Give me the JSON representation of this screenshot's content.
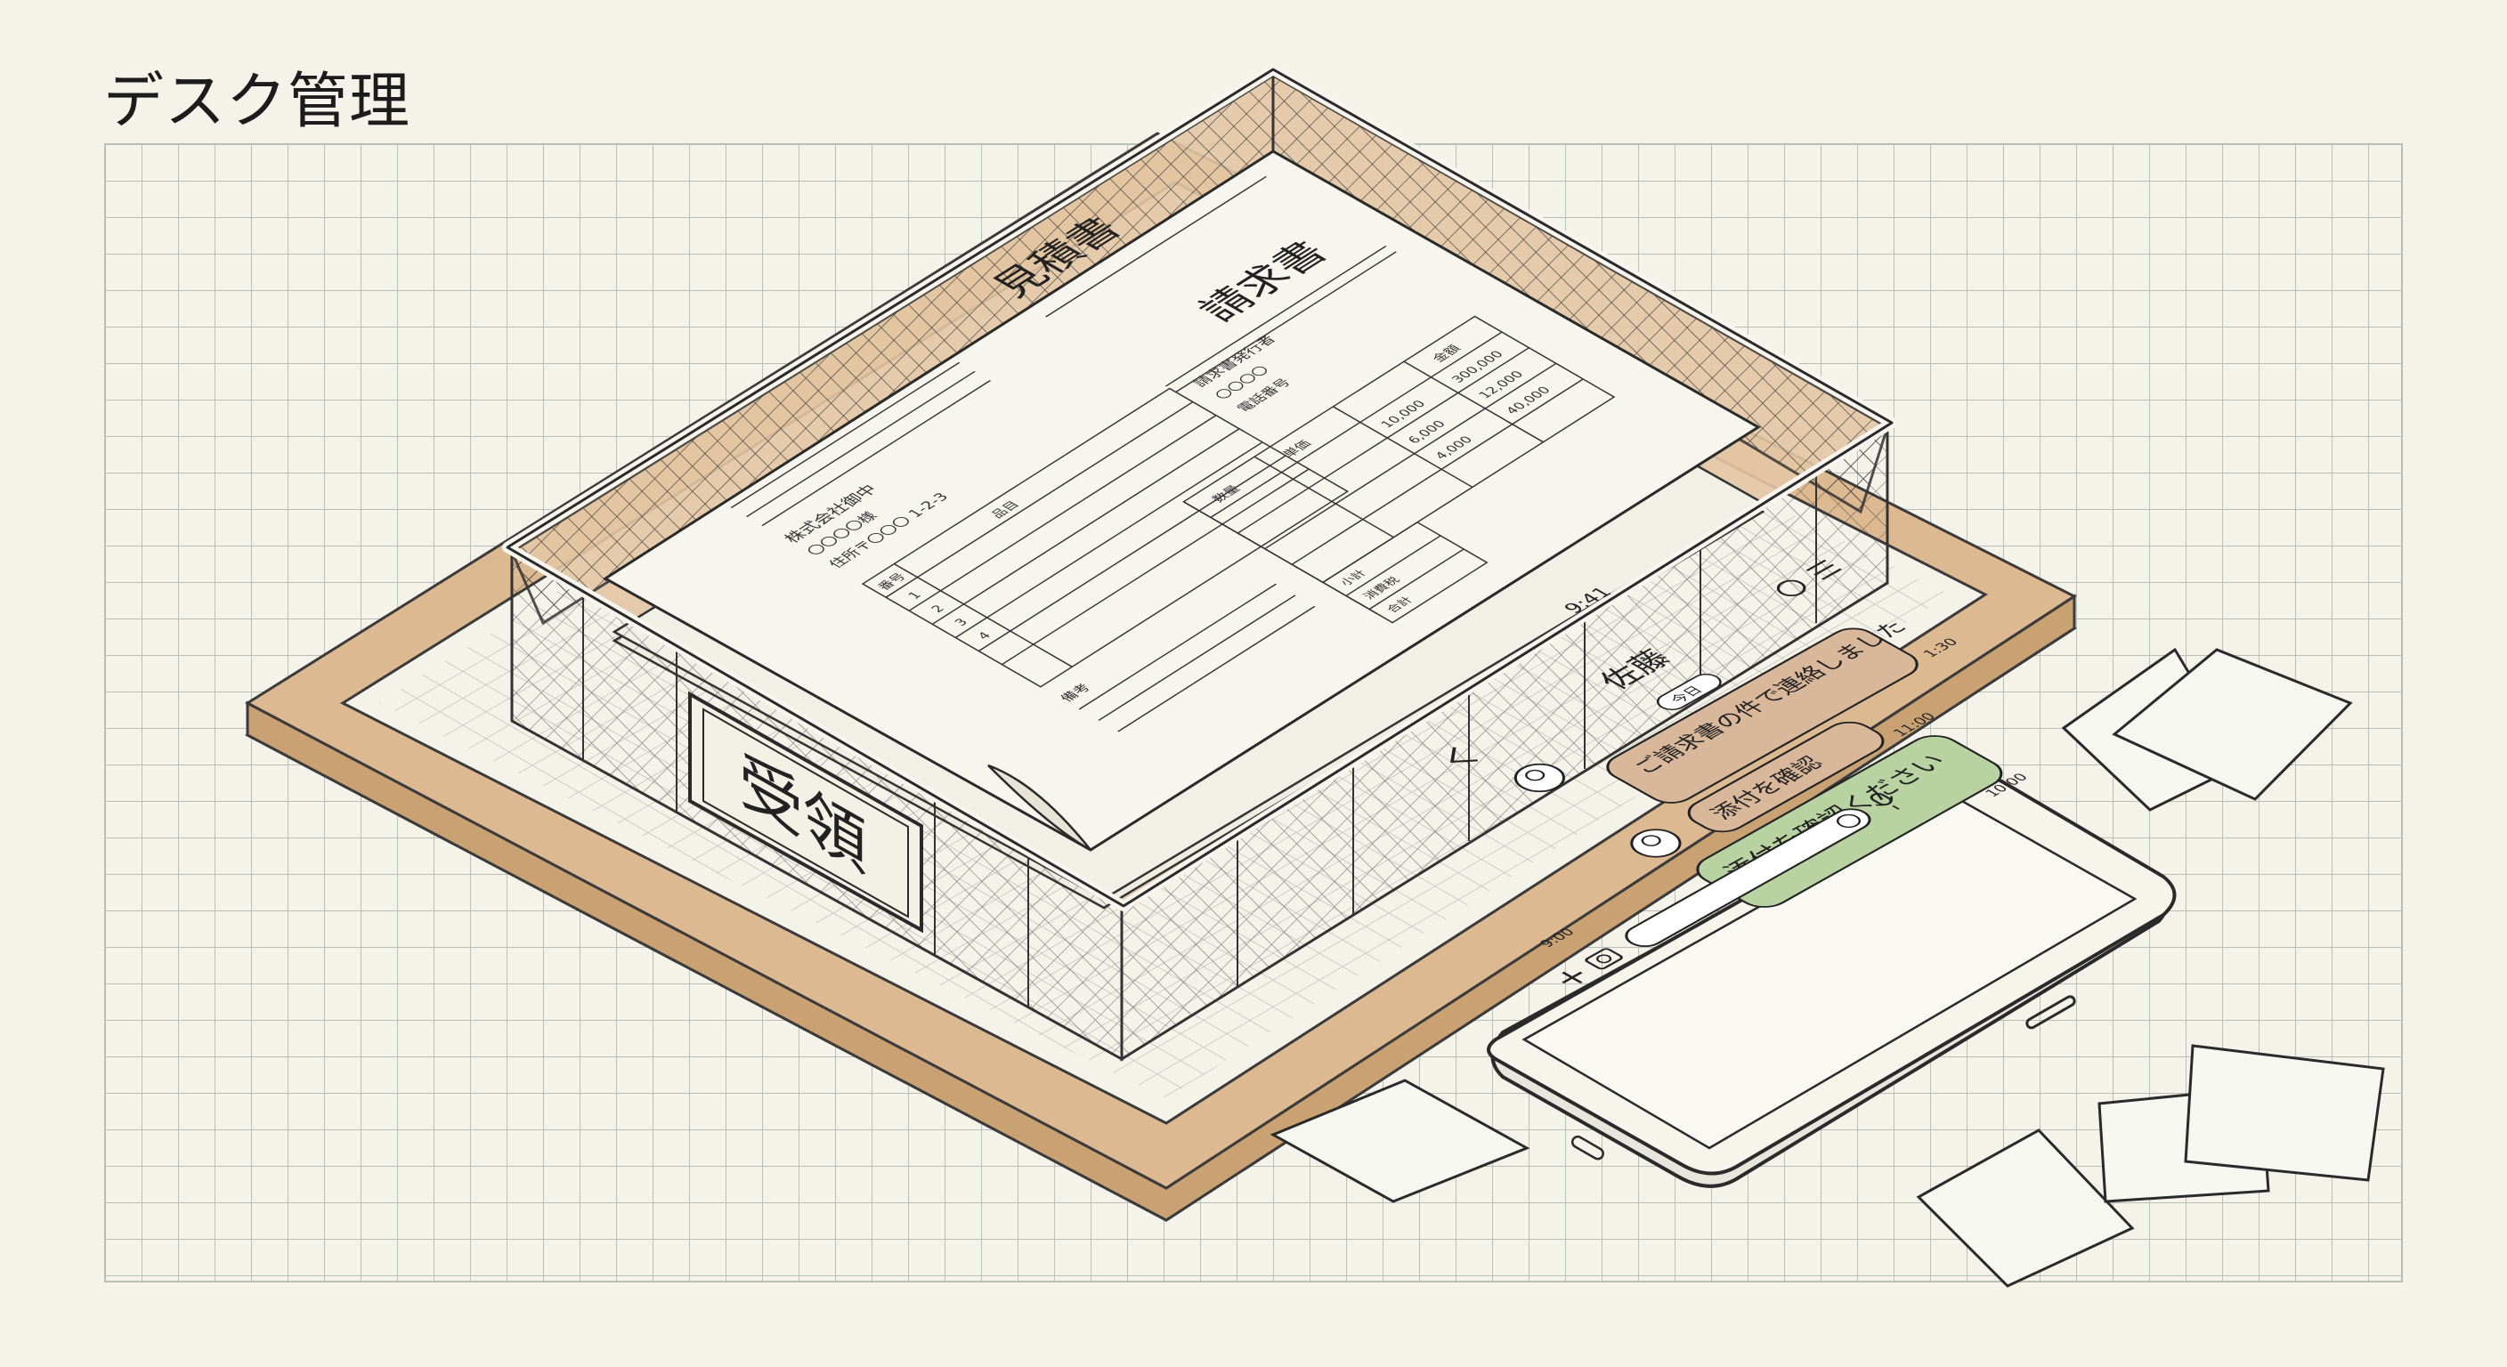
{
  "page": {
    "title": "デスク管理"
  },
  "tray": {
    "label": "受領"
  },
  "document": {
    "title_estimate": "見積書",
    "title_invoice": "請求書",
    "client_name": "株式会社御中",
    "client_rep": "〇〇〇〇様",
    "client_address": "住所〒〇〇〇 1-2-3",
    "issuer_label": "請求書発行者",
    "issuer_line": "〇〇〇〇",
    "issuer_tel": "電話番号",
    "table_header_no": "番号",
    "table_header_item": "品目",
    "row_numbers": [
      "1",
      "2",
      "3",
      "4"
    ],
    "qty_header": "数量",
    "unit_header": "単価",
    "amount_header": "金額",
    "unit_prices": [
      "10,000",
      "6,000",
      "4,000"
    ],
    "amounts": [
      "300,000",
      "12,000",
      "40,000"
    ],
    "subtotal_label": "小計",
    "tax_label": "消費税",
    "total_label": "合計",
    "notes_label": "備考"
  },
  "phone": {
    "time": "9:41",
    "contact_name": "佐藤",
    "date_chip": "今日",
    "messages": [
      {
        "text": "ご請求書の件で連絡しました",
        "time": "1:30",
        "from": "other"
      },
      {
        "text": "添付を確認",
        "time": "11:00",
        "from": "other"
      },
      {
        "text": "添付を確認ください",
        "time": "10:00",
        "from": "me"
      }
    ],
    "left_time": "9:00"
  },
  "colors": {
    "background": "#f4f3e9",
    "grid_line": "#b8bdb2",
    "wood": "#ddb991",
    "wood_dark": "#c49a6c",
    "ink": "#2a2a2a",
    "bubble_other": "#d9b79a",
    "bubble_me": "#b8d3a1"
  }
}
